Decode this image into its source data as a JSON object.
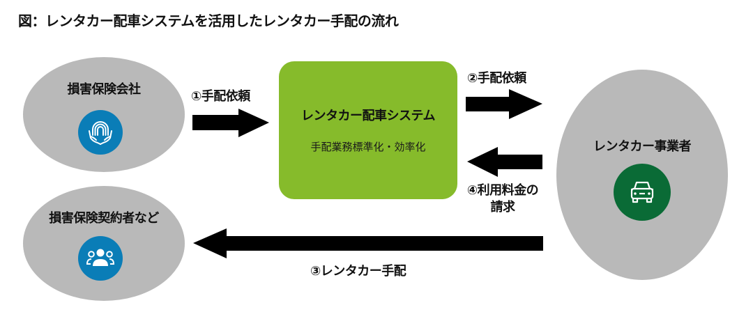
{
  "title": "図：レンタカー配車システムを活用したレンタカー手配の流れ",
  "nodes": {
    "insurer": {
      "label": "損害保険会社",
      "icon": "hands-protect-icon",
      "icon_color": "#0a7db7"
    },
    "policyholder": {
      "label": "損害保険契約者など",
      "icon": "people-group-icon",
      "icon_color": "#0a7db7"
    },
    "rental_company": {
      "label": "レンタカー事業者",
      "icon": "car-icon",
      "icon_color": "#0a6b36"
    },
    "system": {
      "title": "レンタカー配車システム",
      "subtitle": "手配業務標準化・効率化",
      "color": "#86bb2b"
    }
  },
  "flows": [
    {
      "step": "①",
      "label": "①手配依頼",
      "from": "損害保険会社",
      "to": "レンタカー配車システム"
    },
    {
      "step": "②",
      "label": "②手配依頼",
      "from": "レンタカー配車システム",
      "to": "レンタカー事業者"
    },
    {
      "step": "③",
      "label": "③レンタカー手配",
      "from": "レンタカー事業者",
      "to": "損害保険契約者など"
    },
    {
      "step": "④",
      "label_line1": "④利用料金の",
      "label_line2": "請求",
      "from": "レンタカー事業者",
      "to": "レンタカー配車システム"
    }
  ],
  "colors": {
    "ellipse_fill": "#b9b9b9",
    "arrow_fill": "#000000"
  }
}
